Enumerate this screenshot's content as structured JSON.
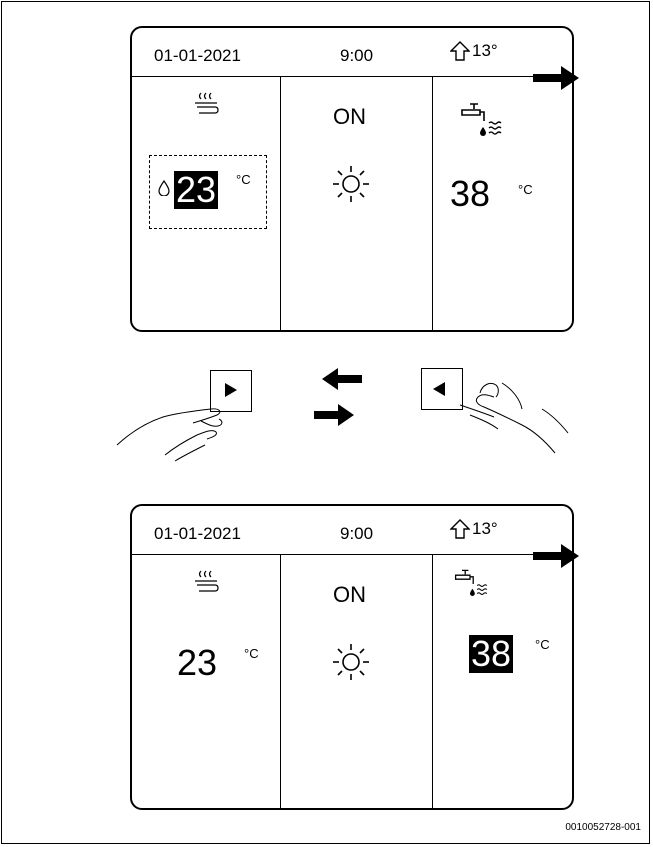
{
  "screen_top": {
    "date": "01-01-2021",
    "time": "9:00",
    "outdoor_temp": "13°",
    "heating_value": "23",
    "heating_unit": "°C",
    "mode_label": "ON",
    "dhw_value": "38",
    "dhw_unit": "°C"
  },
  "screen_bottom": {
    "date": "01-01-2021",
    "time": "9:00",
    "outdoor_temp": "13°",
    "heating_value": "23",
    "heating_unit": "°C",
    "mode_label": "ON",
    "dhw_value": "38",
    "dhw_unit": "°C"
  },
  "reference_code": "0010052728-001"
}
